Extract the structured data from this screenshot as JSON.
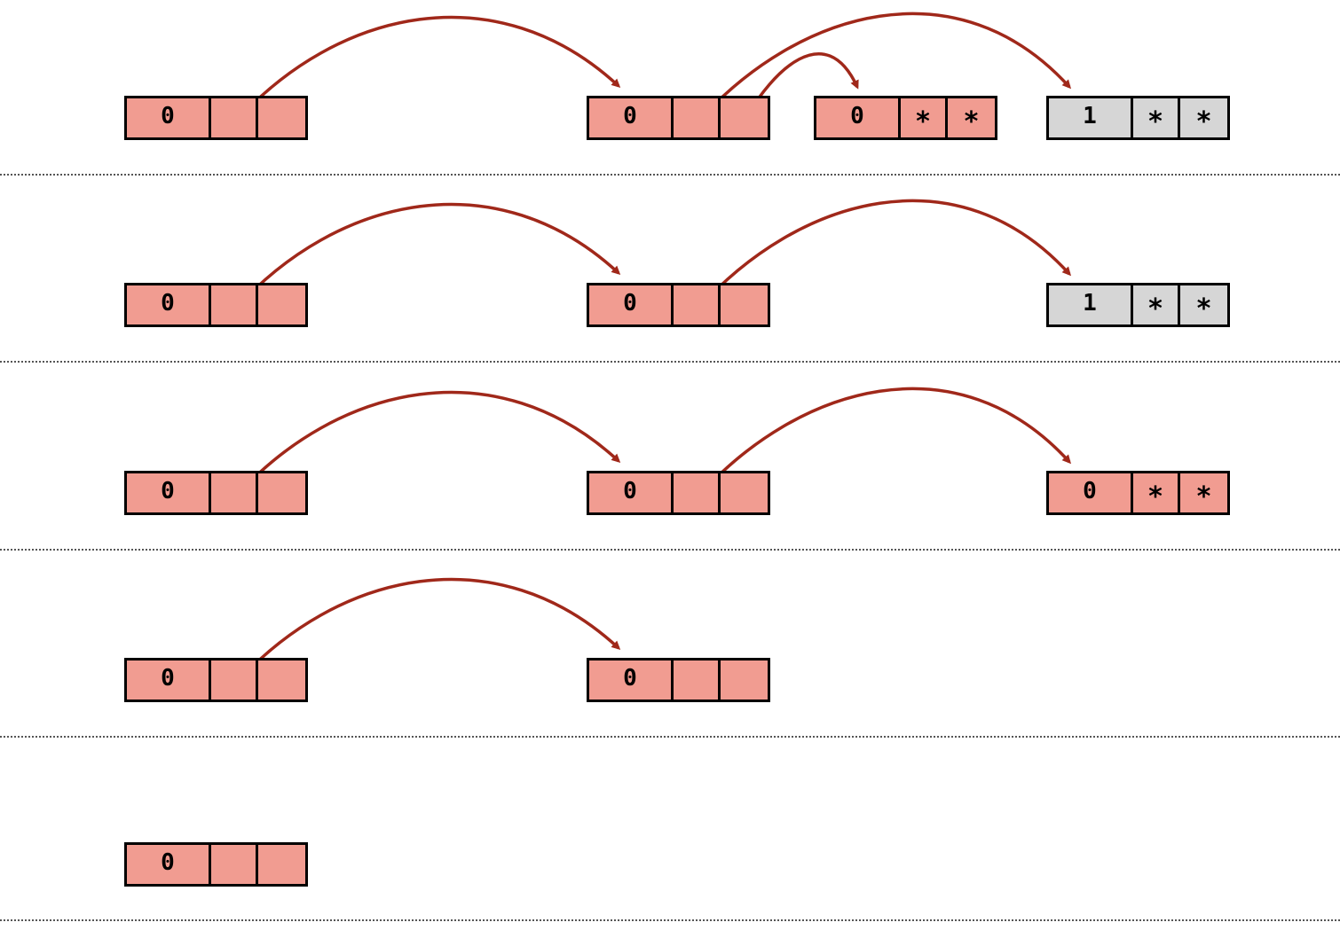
{
  "colors": {
    "node_fill": "#f19c91",
    "leaf_fill": "#d6d6d6",
    "arrow": "#a0281a",
    "border": "#000000"
  },
  "rows": [
    {
      "nodes": [
        {
          "tag": "0",
          "p1": "",
          "p2": "",
          "fill": "red"
        },
        {
          "tag": "0",
          "p1": "",
          "p2": "",
          "fill": "red"
        },
        {
          "tag": "0",
          "p1": "*",
          "p2": "*",
          "fill": "red"
        },
        {
          "tag": "1",
          "p1": "*",
          "p2": "*",
          "fill": "gray"
        }
      ]
    },
    {
      "nodes": [
        {
          "tag": "0",
          "p1": "",
          "p2": "",
          "fill": "red"
        },
        {
          "tag": "0",
          "p1": "",
          "p2": "",
          "fill": "red"
        },
        {
          "tag": "1",
          "p1": "*",
          "p2": "*",
          "fill": "gray"
        }
      ]
    },
    {
      "nodes": [
        {
          "tag": "0",
          "p1": "",
          "p2": "",
          "fill": "red"
        },
        {
          "tag": "0",
          "p1": "",
          "p2": "",
          "fill": "red"
        },
        {
          "tag": "0",
          "p1": "*",
          "p2": "*",
          "fill": "red"
        }
      ]
    },
    {
      "nodes": [
        {
          "tag": "0",
          "p1": "",
          "p2": "",
          "fill": "red"
        },
        {
          "tag": "0",
          "p1": "",
          "p2": "",
          "fill": "red"
        }
      ]
    },
    {
      "nodes": [
        {
          "tag": "0",
          "p1": "",
          "p2": "",
          "fill": "red"
        }
      ]
    }
  ]
}
